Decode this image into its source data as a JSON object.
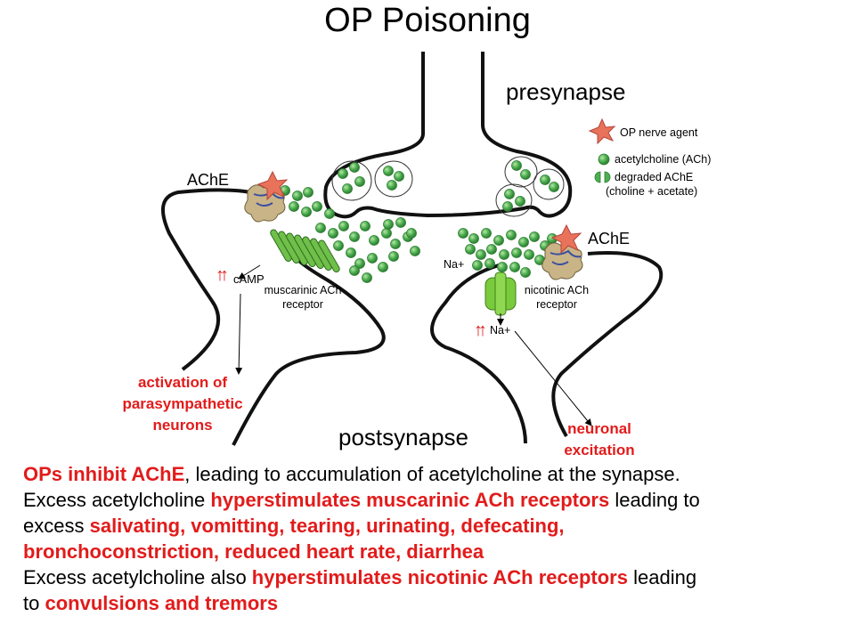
{
  "title": "OP Poisoning",
  "labels": {
    "presynapse": "presynapse",
    "postsynapse": "postsynapse",
    "ache_left": "AChE",
    "ache_right": "AChE",
    "camp": "cAMP",
    "muscarinic": "muscarinic ACh receptor",
    "nicotinic": "nicotinic ACh receptor",
    "na_top": "Na+",
    "na_bottom": "Na+",
    "arrows_left": "↑↑",
    "arrows_right": "↑↑"
  },
  "legend": {
    "op_agent": "OP nerve agent",
    "ach": "acetylcholine (ACh)",
    "degraded": "degraded AChE",
    "degraded_sub": "(choline + acetate)"
  },
  "outcomes": {
    "left_1": "activation of",
    "left_2": "parasympathetic",
    "left_3": "neurons",
    "right_1": "neuronal",
    "right_2": "excitation"
  },
  "text": {
    "l1_hl": "OPs inhibit AChE",
    "l1_rest": ", leading to accumulation of acetylcholine at the synapse.",
    "l2_pre": "Excess acetylcholine ",
    "l2_hl": "hyperstimulates muscarinic ACh receptors",
    "l2_post": " leading to",
    "l3_pre": "excess ",
    "l3_hl": "salivating, vomitting, tearing, urinating, defecating,",
    "l4_hl": "bronchoconstriction, reduced heart rate, diarrhea",
    "l5_pre": "Excess acetylcholine also ",
    "l5_hl": "hyperstimulates nicotinic ACh receptors",
    "l5_post": " leading",
    "l6_pre": "to ",
    "l6_hl": "convulsions and tremors"
  },
  "colors": {
    "accent_red": "#e21b1b",
    "ach_green": "#4caf50",
    "ach_dark": "#2e7d32",
    "op_star": "#e8735a"
  }
}
